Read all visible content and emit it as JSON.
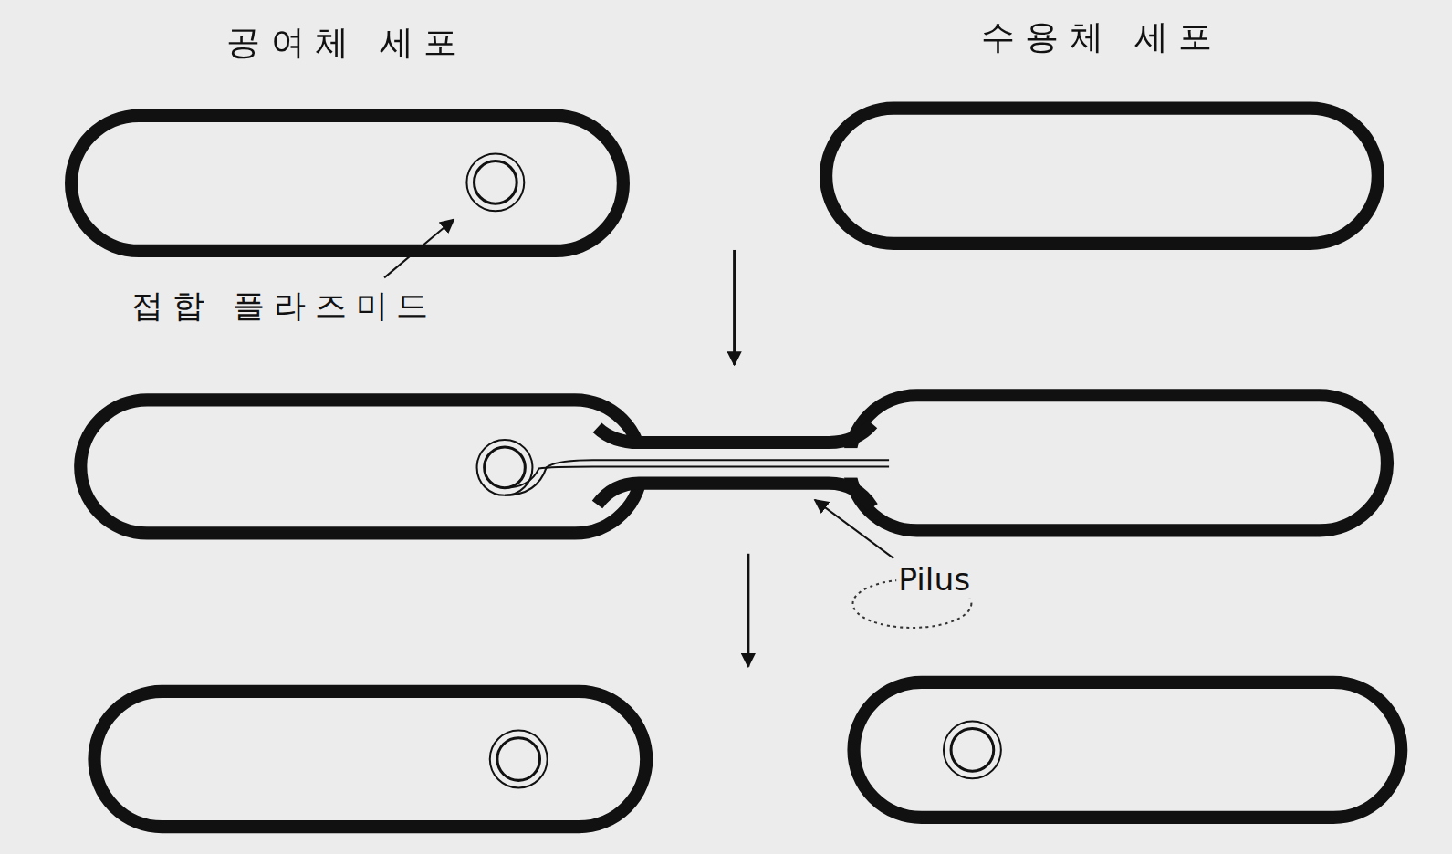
{
  "diagram": {
    "nodes": [
      {
        "text": [
          "공여체 세포"
        ]
      },
      {
        "text": [
          "수용체 세포"
        ]
      }
    ],
    "labels": [
      "접합 플라즈미드",
      "Pilus"
    ]
  }
}
